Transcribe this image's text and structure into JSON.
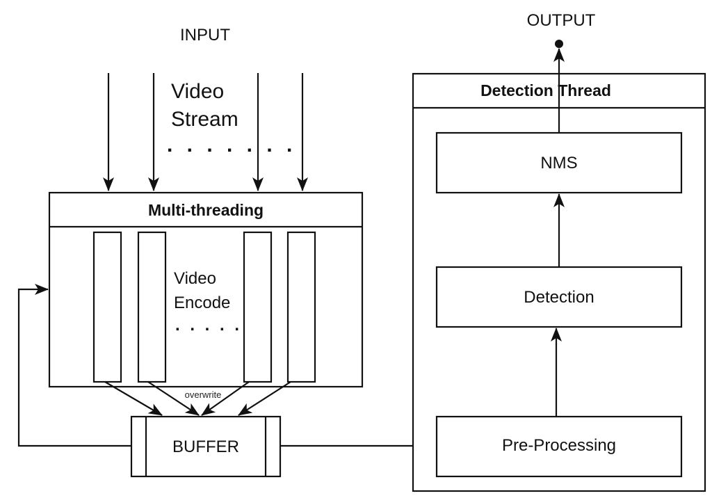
{
  "diagram": {
    "input_label": "INPUT",
    "output_label": "OUTPUT",
    "video_stream": {
      "line1": "Video",
      "line2": "Stream",
      "ellipsis": ". . . . . . ."
    },
    "multithreading": {
      "title": "Multi-threading",
      "encoder_lane_count": 4,
      "video_encode": {
        "line1": "Video",
        "line2": "Encode",
        "ellipsis": ". . . . ."
      }
    },
    "overwrite_label": "overwrite",
    "buffer_label": "BUFFER",
    "detection_thread": {
      "title": "Detection Thread",
      "stages": [
        "Pre-Processing",
        "Detection",
        "NMS"
      ]
    },
    "edges": [
      {
        "from": "input",
        "to": "multithreading",
        "count": 4
      },
      {
        "from": "encoder-lanes",
        "to": "buffer",
        "label": "overwrite"
      },
      {
        "from": "buffer",
        "to": "multithreading",
        "type": "feedback"
      },
      {
        "from": "buffer",
        "to": "Pre-Processing"
      },
      {
        "from": "Pre-Processing",
        "to": "Detection"
      },
      {
        "from": "Detection",
        "to": "NMS"
      },
      {
        "from": "NMS",
        "to": "output"
      }
    ]
  }
}
